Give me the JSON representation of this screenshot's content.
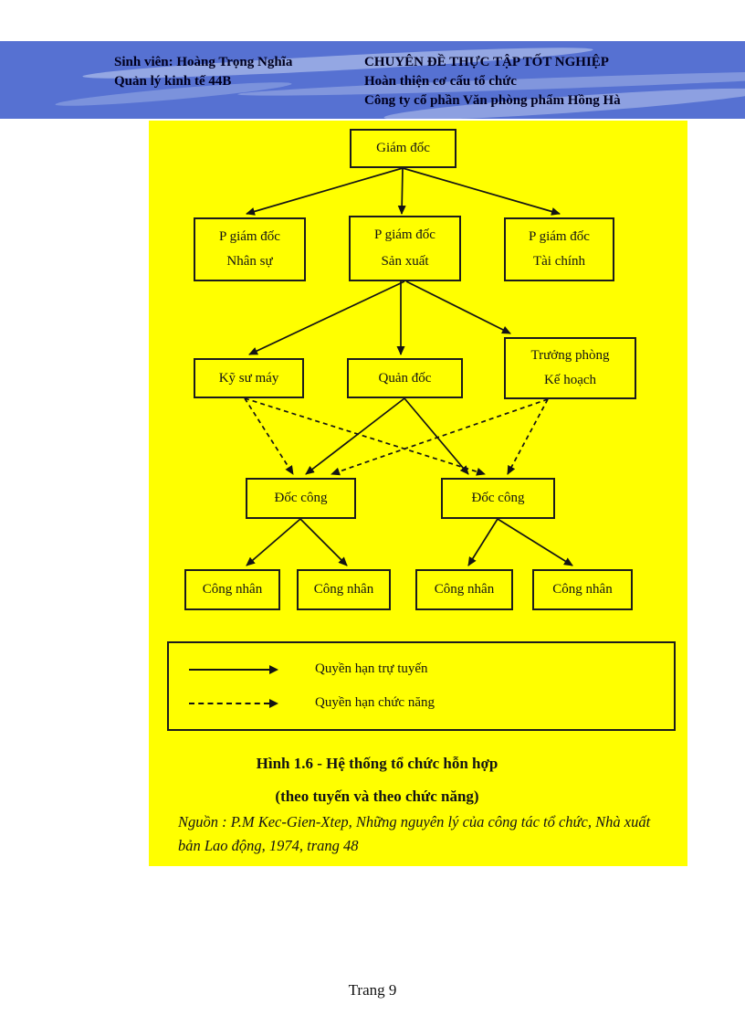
{
  "header": {
    "band_color": "#5671d2",
    "left_line1": "Sinh viên: Hoàng Trọng Nghĩa",
    "left_line2": "Quản lý kinh tế 44B",
    "right_line1": "CHUYÊN ĐỀ THỰC TẬP TỐT NGHIỆP",
    "right_line2": "Hoàn thiện cơ cấu tổ chức",
    "right_line3": "Công ty cổ phần Văn phòng phẩm Hồng Hà"
  },
  "diagram": {
    "background_color": "#ffff00",
    "nodes": {
      "giam_doc": "Giám đốc",
      "pgd_nhansu_1": "P giám đốc",
      "pgd_nhansu_2": "Nhân sự",
      "pgd_sanxuat_1": "P giám đốc",
      "pgd_sanxuat_2": "Sản xuất",
      "pgd_taichinh_1": "P giám đốc",
      "pgd_taichinh_2": "Tài chính",
      "ky_su_may": "Kỹ sư máy",
      "quan_doc": "Quản đốc",
      "truong_phong_1": "Trưởng phòng",
      "truong_phong_2": "Kế hoạch",
      "doc_cong_trai": "Đốc công",
      "doc_cong_phai": "Đốc công",
      "cong_nhan_1": "Công nhân",
      "cong_nhan_2": "Công nhân",
      "cong_nhan_3": "Công nhân",
      "cong_nhan_4": "Công nhân"
    },
    "legend": {
      "solid_label": "Quyền hạn trự tuyến",
      "dashed_label": "Quyền hạn chức năng"
    },
    "caption_line1": "Hình 1.6 - Hệ thống tổ chức hỗn hợp",
    "caption_line2": "(theo tuyến và theo chức năng)",
    "source": "Nguồn : P.M Kec-Gien-Xtep, Những nguyên lý của công tác tổ chức, Nhà xuất bản Lao động, 1974, trang 48"
  },
  "footer": {
    "page_label": "Trang 9"
  }
}
